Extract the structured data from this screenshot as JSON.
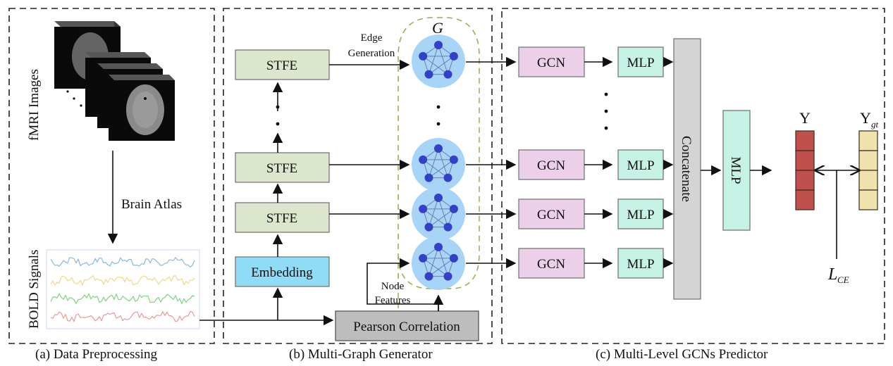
{
  "sections": {
    "a": {
      "caption": "(a) Data Preprocessing",
      "side_label_top": "fMRI Images",
      "side_label_bottom": "BOLD Signals",
      "arrow_label": "Brain Atlas"
    },
    "b": {
      "caption": "(b) Multi-Graph Generator",
      "stfe": [
        "STFE",
        "STFE",
        "STFE"
      ],
      "embedding": "Embedding",
      "pearson": "Pearson Correlation",
      "edge_label_1": "Edge",
      "edge_label_2": "Generation",
      "node_label_1": "Node",
      "node_label_2": "Features",
      "graph_symbol": "G"
    },
    "c": {
      "caption": "(c) Multi-Level GCNs Predictor",
      "gcn": [
        "GCN",
        "GCN",
        "GCN",
        "GCN"
      ],
      "mlp": [
        "MLP",
        "MLP",
        "MLP",
        "MLP"
      ],
      "concatenate": "Concatenate",
      "final_mlp": "MLP",
      "y_label": "Y",
      "ygt_label": "Y",
      "ygt_sub": "gt",
      "loss_label": "L",
      "loss_sub": "CE"
    }
  },
  "colors": {
    "stfe": "#dbe6cc",
    "embedding": "#8fdcf6",
    "pearson": "#bdbdbd",
    "gcn": "#ecd0ea",
    "mlp": "#c6f1e5",
    "concat": "#d4d4d4",
    "y": "#c0504d",
    "ygt": "#efe2ad",
    "graph_bg": "#a8d4f8",
    "graph_node": "#3340c8",
    "signals": [
      "#8ab8e0",
      "#f0d98a",
      "#7fd47f",
      "#e89a9a"
    ]
  }
}
